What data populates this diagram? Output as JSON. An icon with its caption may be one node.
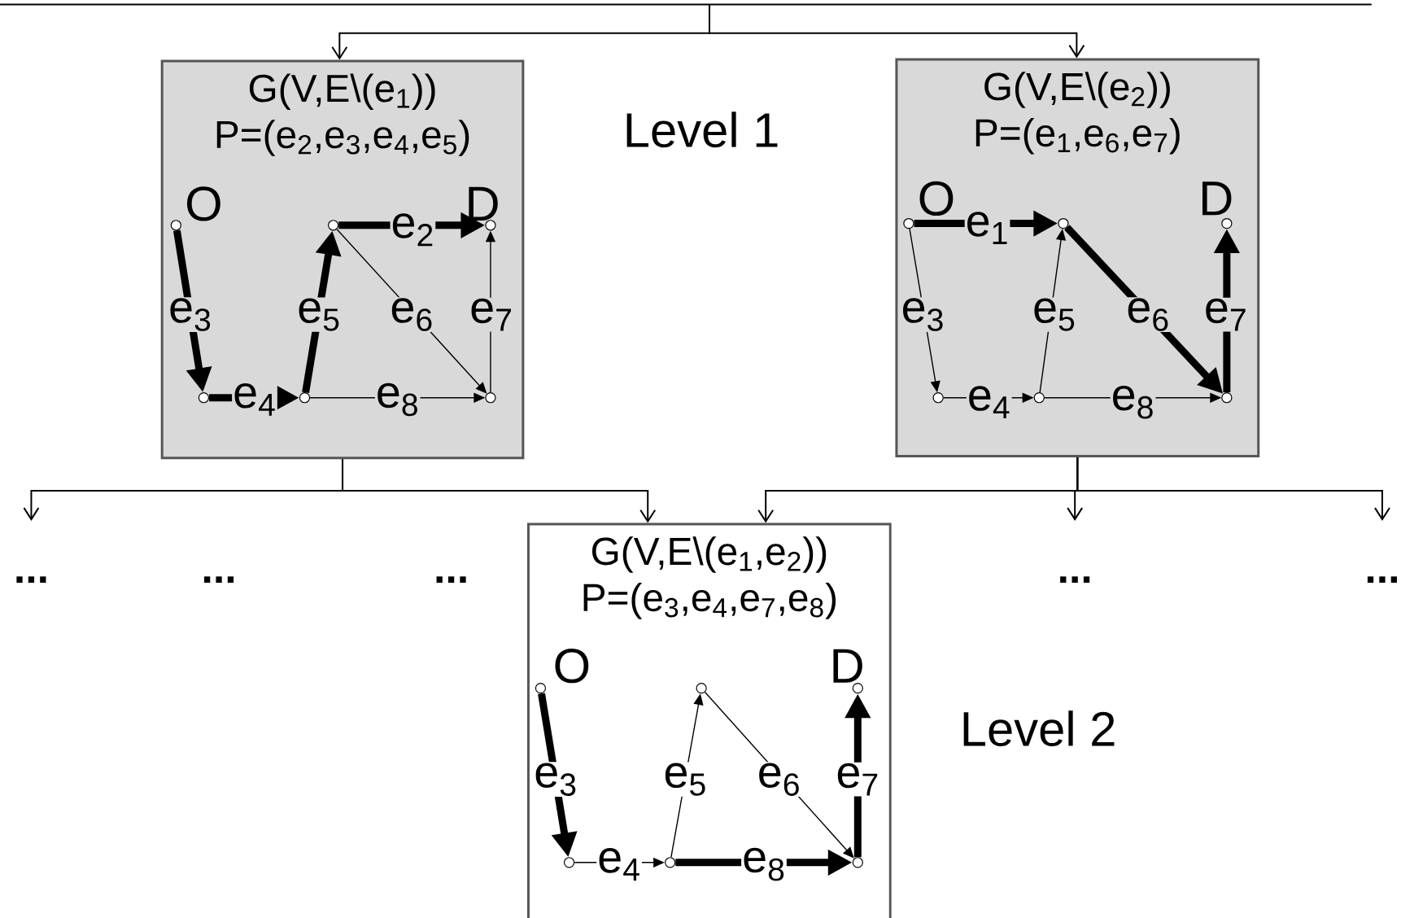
{
  "diagram": {
    "nodes": [
      {
        "text": [
          "G(V,E\\(e$_{1}$))",
          "P=(e$_{2}$,e$_{3}$,e$_{4}$,e$_{5}$)"
        ]
      },
      {
        "text": [],
        "shape": "circle",
        "in": 0,
        "beside": [
          "O"
        ]
      },
      {
        "text": [],
        "shape": "circle",
        "in": 0
      },
      {
        "text": [],
        "shape": "circle",
        "in": 0,
        "beside": [
          "D"
        ]
      },
      {
        "text": [],
        "shape": "circle",
        "in": 0
      },
      {
        "text": [],
        "shape": "circle",
        "in": 0
      },
      {
        "text": [],
        "shape": "circle",
        "in": 0
      },
      {
        "text": [
          "G(V,E\\(e$_{2}$))",
          "P=(e$_{1}$,e$_{6}$,e$_{7}$)"
        ]
      },
      {
        "text": [],
        "shape": "circle",
        "in": 7,
        "beside": [
          "O"
        ]
      },
      {
        "text": [],
        "shape": "circle",
        "in": 7
      },
      {
        "text": [],
        "shape": "circle",
        "in": 7,
        "beside": [
          "D"
        ]
      },
      {
        "text": [],
        "shape": "circle",
        "in": 7
      },
      {
        "text": [],
        "shape": "circle",
        "in": 7
      },
      {
        "text": [],
        "shape": "circle",
        "in": 7
      },
      {
        "text": [
          "G(V,E\\(e$_{1}$,e$_{2}$))",
          "P=(e$_{3}$,e$_{4}$,e$_{7}$,e$_{8}$)"
        ]
      },
      {
        "text": [],
        "shape": "circle",
        "in": 14,
        "beside": [
          "O"
        ]
      },
      {
        "text": [],
        "shape": "circle",
        "in": 14
      },
      {
        "text": [],
        "shape": "circle",
        "in": 14,
        "beside": [
          "D"
        ]
      },
      {
        "text": [],
        "shape": "circle",
        "in": 14
      },
      {
        "text": [],
        "shape": "circle",
        "in": 14
      },
      {
        "text": [],
        "shape": "circle",
        "in": 14
      },
      {
        "text": [
          "..."
        ]
      },
      {
        "text": [
          "..."
        ]
      },
      {
        "text": [
          "..."
        ]
      }
    ],
    "edges": [
      {
        "from": null,
        "to": 0,
        "arrow": "to"
      },
      {
        "from": null,
        "to": 7,
        "arrow": "to"
      },
      {
        "from": 0,
        "to": 21,
        "arrow": "to"
      },
      {
        "from": 0,
        "to": 14,
        "arrow": "to"
      },
      {
        "from": 7,
        "to": 14,
        "arrow": "to"
      },
      {
        "from": 7,
        "to": 22,
        "arrow": "to"
      },
      {
        "from": 7,
        "to": 23,
        "arrow": "to"
      },
      {
        "from": 1,
        "to": 4,
        "arrow": "to",
        "label": "e$_{3}$",
        "style": "thick"
      },
      {
        "from": 4,
        "to": 5,
        "arrow": "to",
        "label": "e$_{4}$",
        "style": "thick"
      },
      {
        "from": 5,
        "to": 2,
        "arrow": "to",
        "label": "e$_{5}$",
        "style": "thick"
      },
      {
        "from": 2,
        "to": 3,
        "arrow": "to",
        "label": "e$_{2}$",
        "style": "thick"
      },
      {
        "from": 2,
        "to": 6,
        "arrow": "to",
        "label": "e$_{6}$"
      },
      {
        "from": 6,
        "to": 3,
        "arrow": "to",
        "label": "e$_{7}$"
      },
      {
        "from": 5,
        "to": 6,
        "arrow": "to",
        "label": "e$_{8}$"
      },
      {
        "from": 8,
        "to": 9,
        "arrow": "to",
        "label": "e$_{1}$",
        "style": "thick"
      },
      {
        "from": 8,
        "to": 11,
        "arrow": "to",
        "label": "e$_{3}$"
      },
      {
        "from": 12,
        "to": 9,
        "arrow": "to",
        "label": "e$_{5}$"
      },
      {
        "from": 9,
        "to": 13,
        "arrow": "to",
        "label": "e$_{6}$",
        "style": "thick"
      },
      {
        "from": 13,
        "to": 10,
        "arrow": "to",
        "label": "e$_{7}$",
        "style": "thick"
      },
      {
        "from": 11,
        "to": 12,
        "arrow": "to",
        "label": "e$_{4}$"
      },
      {
        "from": 12,
        "to": 13,
        "arrow": "to",
        "label": "e$_{8}$"
      },
      {
        "from": 15,
        "to": 18,
        "arrow": "to",
        "label": "e$_{3}$",
        "style": "thick"
      },
      {
        "from": 18,
        "to": 19,
        "arrow": "to",
        "label": "e$_{4}$"
      },
      {
        "from": 19,
        "to": 16,
        "arrow": "to",
        "label": "e$_{5}$"
      },
      {
        "from": 16,
        "to": 20,
        "arrow": "to",
        "label": "e$_{6}$"
      },
      {
        "from": 20,
        "to": 17,
        "arrow": "to",
        "label": "e$_{7}$",
        "style": "thick"
      },
      {
        "from": 19,
        "to": 20,
        "arrow": "to",
        "label": "e$_{8}$",
        "style": "thick"
      }
    ],
    "labels": [
      "Level 1",
      "...",
      "...",
      "Level 2"
    ]
  }
}
